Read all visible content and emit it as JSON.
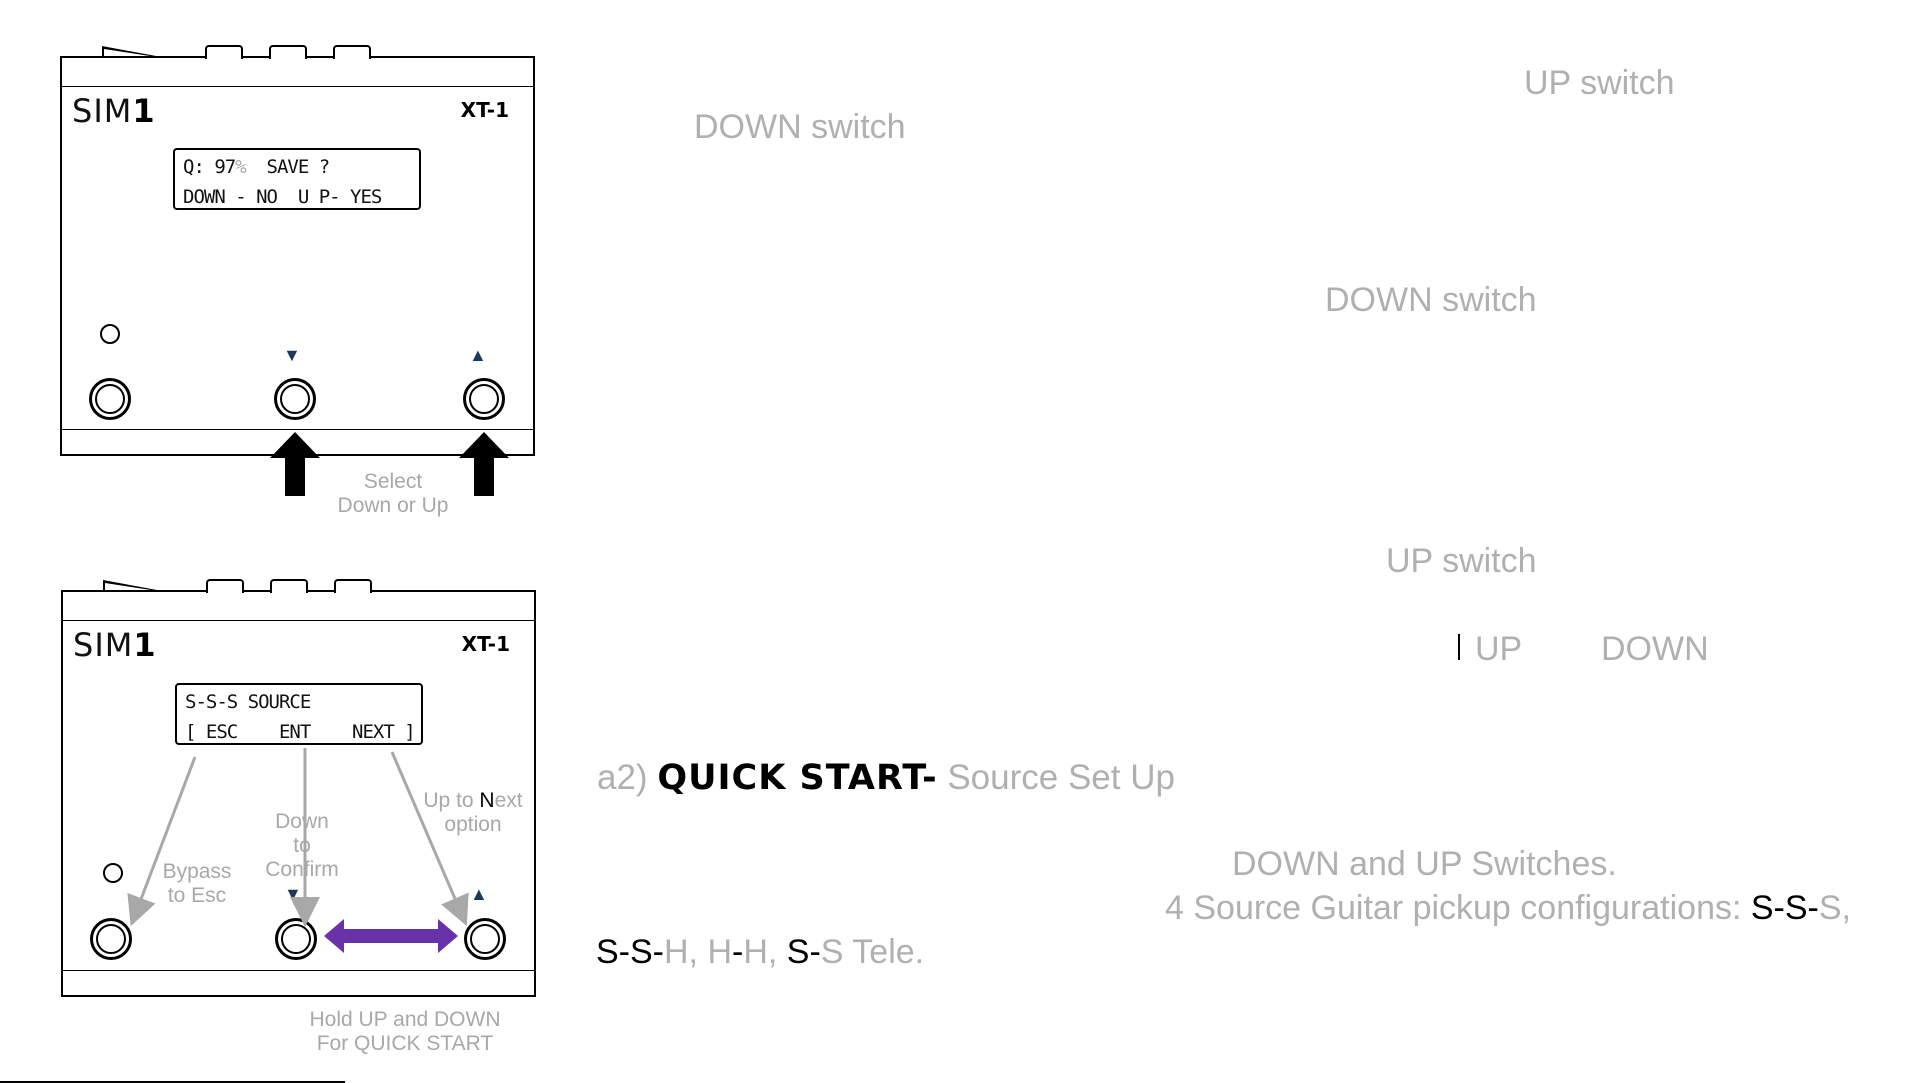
{
  "device_top": {
    "logo": "SIM",
    "logo_one": "1",
    "model": "XT-1",
    "lcd_line1_a": "Q: 97",
    "lcd_line1_pct": "%",
    "lcd_line1_b": "  SAVE ?",
    "lcd_line2": "DOWN - NO  U P- YES",
    "caption_line1": "Select",
    "caption_line2": "Down or Up"
  },
  "device_bottom": {
    "logo": "SIM",
    "logo_one": "1",
    "model": "XT-1",
    "lcd_line1": "S-S-S SOURCE",
    "lcd_line2": "[ ESC    ENT    NEXT ]",
    "bypass_line1": "Bypass",
    "bypass_line2": "to Esc",
    "down_line1": "Down",
    "down_line2": "to",
    "down_line3": "Confirm",
    "up_line1_a": "Up to ",
    "up_line1_n": "N",
    "up_line1_b": "ext",
    "up_line2": "option",
    "caption_line1": "Hold UP and DOWN",
    "caption_line2": "For QUICK START"
  },
  "labels": {
    "down_switch_1": "DOWN switch",
    "up_switch_1": "UP switch",
    "down_switch_2": "DOWN switch",
    "up_switch_2": "UP switch",
    "up_short": "UP",
    "down_short": "DOWN",
    "section_num": "a2)",
    "section_title": "QUICK START-",
    "section_sub": " Source Set Up",
    "down_up_switches": "DOWN and UP Switches.",
    "configs_line1_a": "4 Source Guitar pickup configurations: ",
    "configs_line1_b": "S-S-",
    "configs_line1_c": "S,",
    "configs_line2_a": "S-S-",
    "configs_line2_b": "H, H",
    "configs_line2_c": "-",
    "configs_line2_d": "H, ",
    "configs_line2_e": "S-",
    "configs_line2_f": "S Tele."
  },
  "colors": {
    "gray_text": "#b0b0b0",
    "purple_arrow": "#6a32a8",
    "triangle": "#1b3a5a"
  },
  "icons": [
    "down-triangle-icon",
    "up-triangle-icon",
    "up-arrow-icon",
    "double-arrow-icon"
  ]
}
